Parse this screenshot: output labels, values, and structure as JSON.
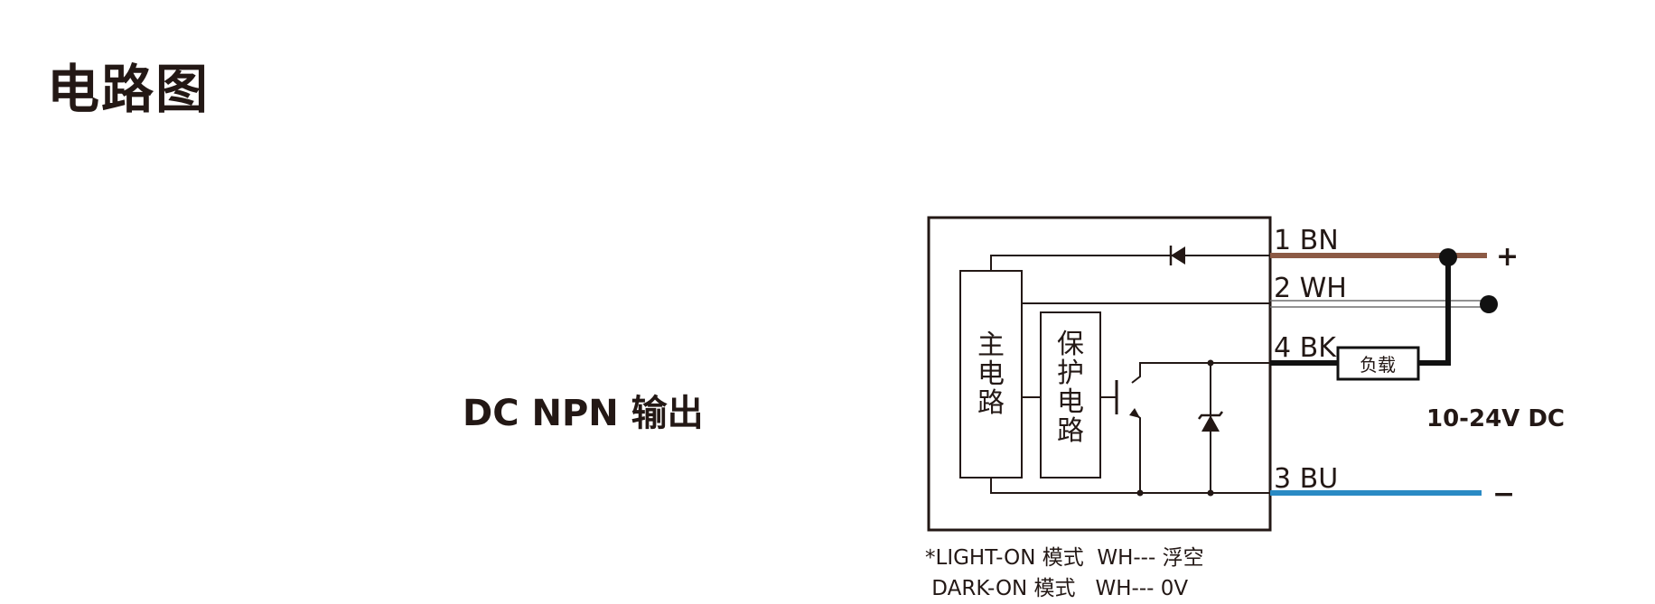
{
  "header": {
    "title": "电路图"
  },
  "diagram": {
    "output_type": "DC NPN 输出",
    "main_circuit": [
      "主",
      "电",
      "路"
    ],
    "protection_circuit": [
      "保",
      "护",
      "电",
      "路"
    ],
    "wires": [
      {
        "label": "1 BN",
        "color": "#8c5a45"
      },
      {
        "label": "2 WH",
        "color": "#9e9e9e"
      },
      {
        "label": "4 BK",
        "color": "#111111"
      },
      {
        "label": "3 BU",
        "color": "#2a8ac4"
      }
    ],
    "load_label": "负载",
    "plus": "+",
    "minus": "−",
    "voltage": "10-24V DC",
    "notes": [
      "*LIGHT-ON 模式  WH--- 浮空",
      " DARK-ON 模式   WH--- 0V"
    ]
  }
}
